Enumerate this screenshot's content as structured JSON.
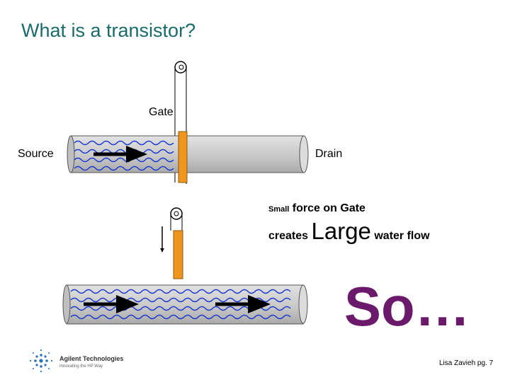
{
  "title": "What is a transistor?",
  "top_diagram": {
    "gate_label": "Gate",
    "source_label": "Source",
    "drain_label": "Drain"
  },
  "caption": {
    "line1_small": "Small",
    "line1_rest": " force on Gate",
    "line2_prefix": "creates ",
    "line2_large": "Large",
    "line2_suffix": " water flow"
  },
  "conclusion": "So…",
  "logo": {
    "name": "Agilent Technologies",
    "tagline": "Innovating the HP Way"
  },
  "credit": "Lisa Zavieh pg. 7",
  "colors": {
    "title": "#1b6b6b",
    "pipe": "#c8c8c8",
    "water": "#1a3ad0",
    "gate": "#f0961e",
    "conclusion": "#6b1a6b"
  }
}
